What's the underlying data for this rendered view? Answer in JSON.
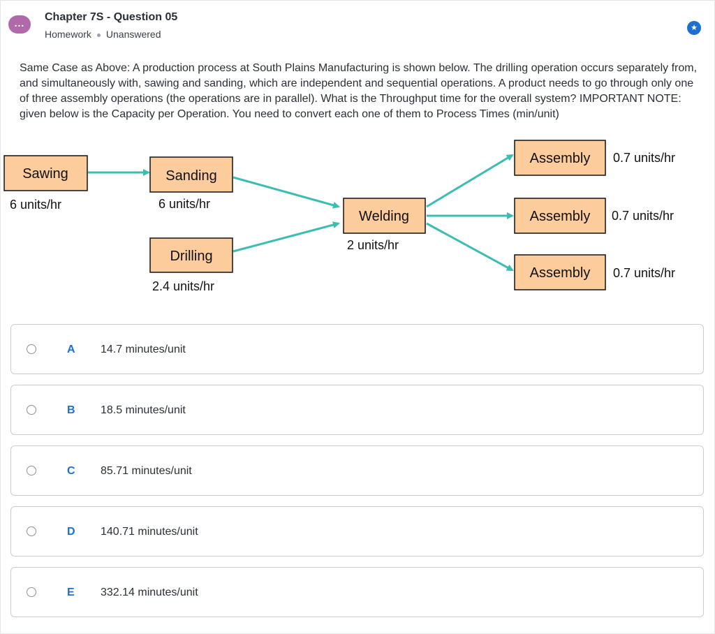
{
  "header": {
    "badge": "...",
    "title": "Chapter 7S - Question 05",
    "category": "Homework",
    "status": "Unanswered",
    "star_icon": "★"
  },
  "question": {
    "text": "Same Case as Above: A production process at South Plains Manufacturing is shown below. The drilling operation occurs separately from, and simultaneously with, sawing and sanding, which are independent and sequential operations. A product needs to go through only one of three assembly operations (the operations are in parallel). What is the Throughput time for the overall system? IMPORTANT NOTE: given below is the Capacity per Operation. You need to convert each one of them to Process Times (min/unit)"
  },
  "diagram": {
    "box_fill": "#fdcc9c",
    "arrow_color": "#3bbdb4",
    "nodes": {
      "sawing": {
        "label": "Sawing",
        "rate": "6 units/hr"
      },
      "sanding": {
        "label": "Sanding",
        "rate": "6 units/hr"
      },
      "drilling": {
        "label": "Drilling",
        "rate": "2.4 units/hr"
      },
      "welding": {
        "label": "Welding",
        "rate": "2 units/hr"
      },
      "assembly1": {
        "label": "Assembly",
        "rate": "0.7 units/hr"
      },
      "assembly2": {
        "label": "Assembly",
        "rate": "0.7 units/hr"
      },
      "assembly3": {
        "label": "Assembly",
        "rate": "0.7 units/hr"
      }
    }
  },
  "options": [
    {
      "letter": "A",
      "text": "14.7 minutes/unit"
    },
    {
      "letter": "B",
      "text": "18.5 minutes/unit"
    },
    {
      "letter": "C",
      "text": "85.71 minutes/unit"
    },
    {
      "letter": "D",
      "text": "140.71 minutes/unit"
    },
    {
      "letter": "E",
      "text": "332.14 minutes/unit"
    }
  ]
}
